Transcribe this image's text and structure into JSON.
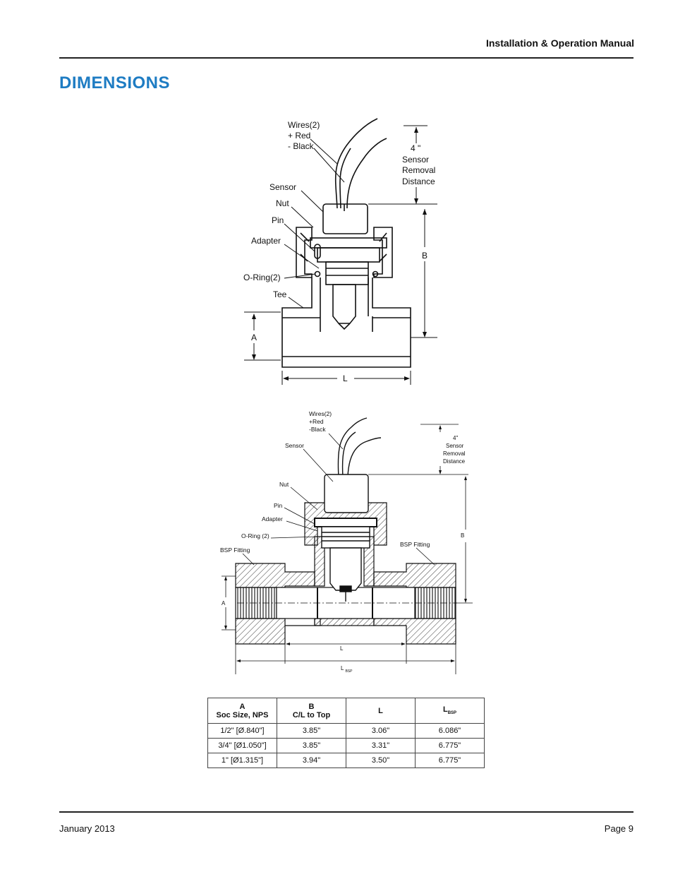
{
  "header": {
    "title": "Installation & Operation Manual"
  },
  "page_title": "DIMENSIONS",
  "figure1": {
    "wires": [
      "Wires(2)",
      "+ Red",
      "- Black"
    ],
    "removal": [
      "4 \"",
      "Sensor",
      "Removal",
      "Distance"
    ],
    "parts": {
      "sensor": "Sensor",
      "nut": "Nut",
      "pin": "Pin",
      "adapter": "Adapter",
      "oring": "O-Ring(2)",
      "tee": "Tee"
    },
    "dims": {
      "a": "A",
      "b": "B",
      "l": "L"
    }
  },
  "figure2": {
    "wires": [
      "Wires(2)",
      "+Red",
      "-Black"
    ],
    "removal": [
      "4\"",
      "Sensor",
      "Removal",
      "Distance"
    ],
    "parts": {
      "sensor": "Sensor",
      "nut": "Nut",
      "pin": "Pin",
      "adapter": "Adapter",
      "oring": "O-Ring (2)",
      "bsp_left": "BSP Fitting",
      "bsp_right": "BSP Fitting"
    },
    "dims": {
      "a": "A",
      "b": "B",
      "l": "L",
      "lbsp": "L",
      "lbsp_sub": "BSP"
    }
  },
  "table": {
    "headers": [
      {
        "line1": "A",
        "line2": "Soc Size, NPS"
      },
      {
        "line1": "B",
        "line2": "C/L to Top"
      },
      {
        "line1": "L",
        "line2": ""
      },
      {
        "line1": "L",
        "sub": "BSP"
      }
    ],
    "rows": [
      [
        "1/2\" [Ø.840\"]",
        "3.85\"",
        "3.06\"",
        "6.086\""
      ],
      [
        "3/4\" [Ø1.050\"]",
        "3.85\"",
        "3.31\"",
        "6.775\""
      ],
      [
        "1\" [Ø1.315\"]",
        "3.94\"",
        "3.50\"",
        "6.775\""
      ]
    ]
  },
  "footer": {
    "date": "January 2013",
    "page": "Page 9"
  }
}
